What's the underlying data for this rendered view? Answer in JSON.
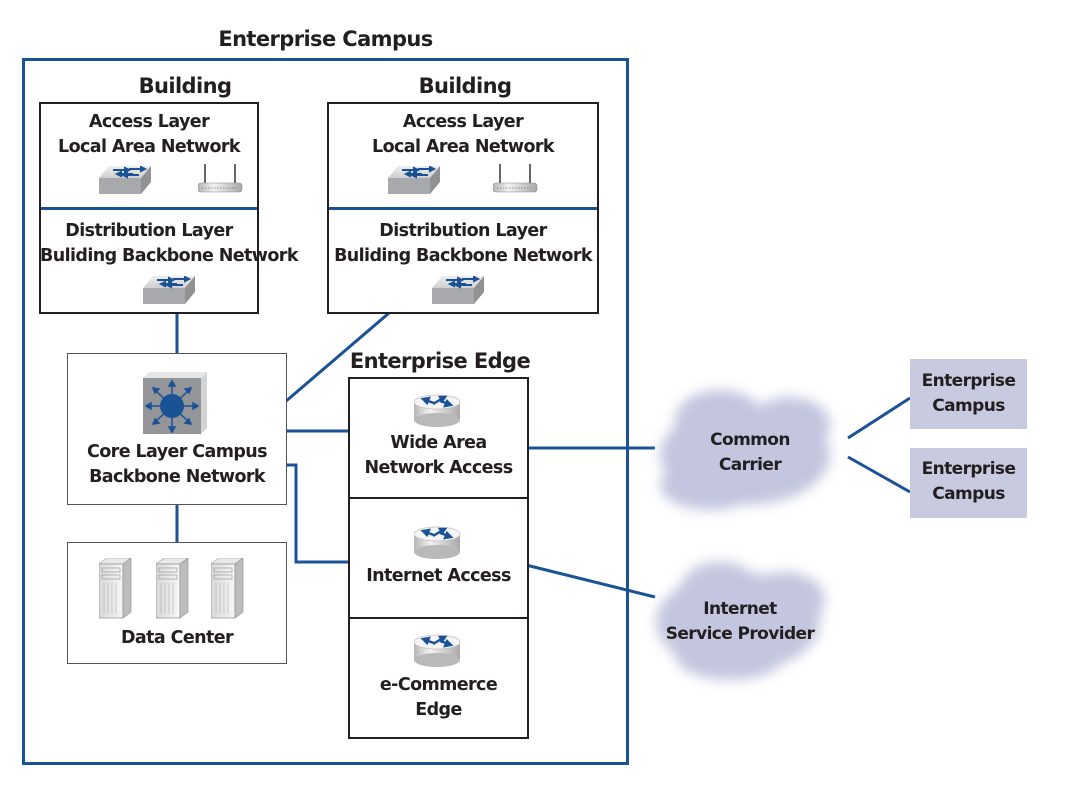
{
  "diagram": {
    "title": "Enterprise Campus",
    "buildings": [
      {
        "heading": "Building",
        "access": {
          "line1": "Access Layer",
          "line2": "Local Area Network",
          "icons": [
            "switch-icon",
            "wireless-router-icon"
          ]
        },
        "distribution": {
          "line1": "Distribution Layer",
          "line2": "Buliding Backbone Network",
          "icons": [
            "switch-icon"
          ]
        }
      },
      {
        "heading": "Building",
        "access": {
          "line1": "Access Layer",
          "line2": "Local Area Network",
          "icons": [
            "switch-icon",
            "wireless-router-icon"
          ]
        },
        "distribution": {
          "line1": "Distribution Layer",
          "line2": "Buliding Backbone Network",
          "icons": [
            "switch-icon"
          ]
        }
      }
    ],
    "core": {
      "line1": "Core Layer Campus",
      "line2": "Backbone Network",
      "icon": "multilayer-switch-icon"
    },
    "data_center": {
      "label": "Data Center",
      "icons": [
        "server-icon",
        "server-icon",
        "server-icon"
      ]
    },
    "edge": {
      "heading": "Enterprise Edge",
      "modules": [
        {
          "line1": "Wide Area",
          "line2": "Network Access",
          "icon": "router-icon"
        },
        {
          "line1": "Internet Access",
          "line2": "",
          "icon": "router-icon"
        },
        {
          "line1": "e-Commerce",
          "line2": "Edge",
          "icon": "router-icon"
        }
      ]
    },
    "clouds": [
      {
        "line1": "Common",
        "line2": "Carrier"
      },
      {
        "line1": "Internet",
        "line2": "Service Provider"
      }
    ],
    "remote_campuses": [
      {
        "line1": "Enterprise",
        "line2": "Campus"
      },
      {
        "line1": "Enterprise",
        "line2": "Campus"
      }
    ],
    "colors": {
      "link": "#1a5296",
      "remote_fill": "#c8cae0",
      "cloud_fill": "#c3c6de",
      "device_gray": "#a7a9ac"
    }
  }
}
